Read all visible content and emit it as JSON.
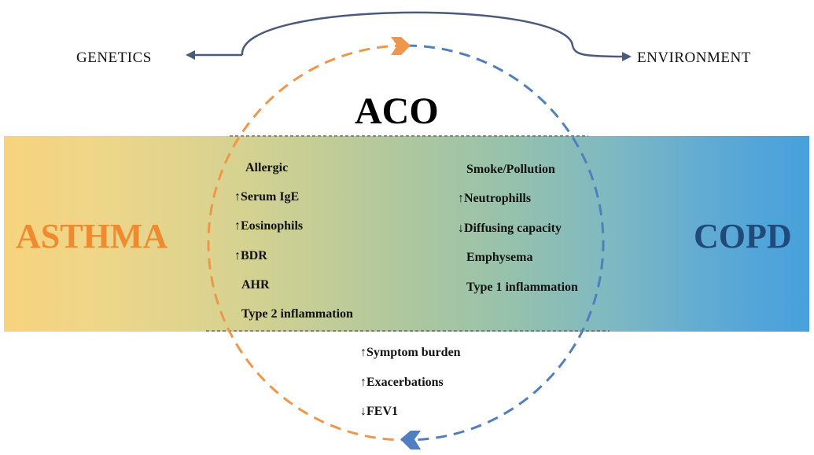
{
  "top": {
    "left_label": "GENETICS",
    "right_label": "ENVIRONMENT"
  },
  "center_title": "ACO",
  "asthma": {
    "label": "ASTHMA",
    "color": "#f08a2e",
    "features": [
      "Allergic",
      "↑Serum IgE",
      "↑Eosinophils",
      "↑BDR",
      "AHR",
      "Type 2 inflammation"
    ]
  },
  "copd": {
    "label": "COPD",
    "color": "#1f4a7a",
    "features": [
      "Smoke/Pollution",
      "↑Neutrophills",
      "↓Diffusing capacity",
      "Emphysema",
      "Type 1 inflammation"
    ]
  },
  "overlap_outcomes": [
    "↑Symptom burden",
    "↑Exacerbations",
    "↓FEV1"
  ],
  "colors": {
    "circle_orange": "#f0964a",
    "circle_blue": "#4f7fbf",
    "connector": "#4a5a7a"
  }
}
